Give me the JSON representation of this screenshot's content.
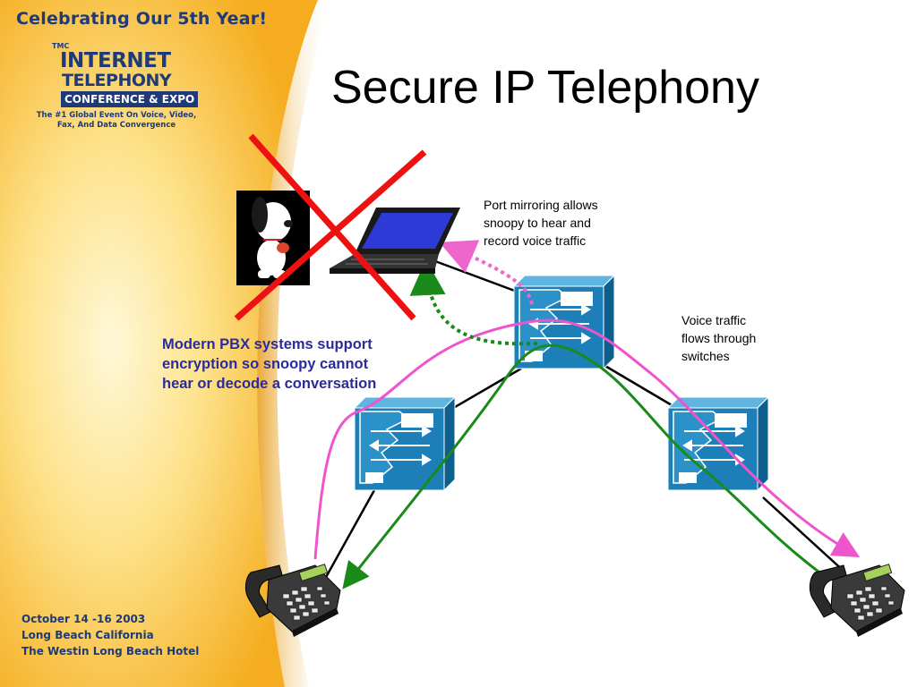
{
  "sidebar": {
    "banner": "Celebrating Our 5th Year!",
    "logo": {
      "tmc": "TMC",
      "line1": "INTERNET",
      "line2": "TELEPHONY",
      "line3": "CONFERENCE & EXPO"
    },
    "tagline_line1": "The #1 Global Event On Voice, Video,",
    "tagline_line2": "Fax, And Data Convergence",
    "event_line1": "October 14 -16 2003",
    "event_line2": "Long Beach California",
    "event_line3": "The Westin Long Beach Hotel"
  },
  "slide": {
    "title": "Secure IP Telephony",
    "port_mirroring_line1": "Port mirroring allows",
    "port_mirroring_line2": "snoopy to hear and",
    "port_mirroring_line3": "record voice traffic",
    "voice_traffic_line1": "Voice traffic",
    "voice_traffic_line2": "flows through",
    "voice_traffic_line3": "switches",
    "pbx_line1": "Modern PBX systems support",
    "pbx_line2": "encryption so snoopy cannot",
    "pbx_line3": "hear or decode a conversation"
  },
  "colors": {
    "background_gold": "#f7b829",
    "background_light": "#fff6c8",
    "navy_text": "#1e3a78",
    "pbx_text": "#2b2a9e",
    "switch_blue": "#1d7fb8",
    "voice_path_pink": "#ee55cc",
    "voice_path_green": "#1a8a1a",
    "mirror_pink_dotted": "#ee66cc",
    "mirror_green_dotted": "#1a8a1a",
    "cross_red": "#ee1111"
  },
  "icons": [
    "snoopy-image",
    "laptop-icon",
    "switch-icon",
    "phone-icon",
    "red-x-icon"
  ]
}
